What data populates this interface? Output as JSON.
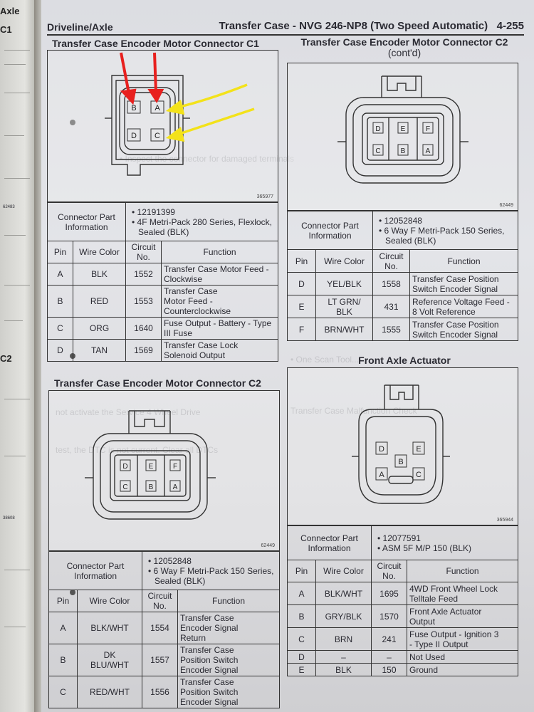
{
  "header": {
    "section": "Driveline/Axle",
    "title": "Transfer Case - NVG 246-NP8 (Two Speed Automatic)",
    "page_number": "4-255"
  },
  "prev_page": {
    "tab_axle": "Axle",
    "tab_c1": "C1",
    "tab_c2": "C2",
    "num1": "62483",
    "num2": "38608"
  },
  "c1": {
    "title": "Transfer Case Encoder Motor Connector C1",
    "fig_no": "365977",
    "pins": [
      "B",
      "A",
      "D",
      "C"
    ],
    "part_label": "Connector Part Information",
    "part_items": [
      "12191399",
      "4F Metri-Pack 280 Series, Flexlock, Sealed (BLK)"
    ],
    "columns": [
      "Pin",
      "Wire Color",
      "Circuit No.",
      "Function"
    ],
    "rows": [
      {
        "pin": "A",
        "color": "BLK",
        "circuit": "1552",
        "function": "Transfer Case Motor Feed - Clockwise"
      },
      {
        "pin": "B",
        "color": "RED",
        "circuit": "1553",
        "function": "Transfer Case Motor Feed - Counterclockwise"
      },
      {
        "pin": "C",
        "color": "ORG",
        "circuit": "1640",
        "function": "Fuse Output - Battery - Type III Fuse"
      },
      {
        "pin": "D",
        "color": "TAN",
        "circuit": "1569",
        "function": "Transfer Case Lock Solenoid Output"
      }
    ]
  },
  "c2": {
    "title": "Transfer Case Encoder Motor Connector C2",
    "fig_no": "62449",
    "pins_top": [
      "D",
      "E",
      "F"
    ],
    "pins_bottom": [
      "C",
      "B",
      "A"
    ],
    "part_label": "Connector Part Information",
    "part_items": [
      "12052848",
      "6 Way F Metri-Pack 150 Series, Sealed (BLK)"
    ],
    "columns": [
      "Pin",
      "Wire Color",
      "Circuit No.",
      "Function"
    ],
    "rows": [
      {
        "pin": "A",
        "color": "BLK/WHT",
        "circuit": "1554",
        "function": "Transfer Case Encoder Signal Return"
      },
      {
        "pin": "B",
        "color": "DK BLU/WHT",
        "circuit": "1557",
        "function": "Transfer Case Position Switch Encoder Signal"
      },
      {
        "pin": "C",
        "color": "RED/WHT",
        "circuit": "1556",
        "function": "Transfer Case Position Switch Encoder Signal"
      }
    ]
  },
  "c2cont": {
    "title": "Transfer Case Encoder Motor Connector C2",
    "subtitle": "(cont'd)",
    "fig_no": "62449",
    "pins_top": [
      "D",
      "E",
      "F"
    ],
    "pins_bottom": [
      "C",
      "B",
      "A"
    ],
    "part_label": "Connector Part Information",
    "part_items": [
      "12052848",
      "6 Way F Metri-Pack 150 Series, Sealed (BLK)"
    ],
    "columns": [
      "Pin",
      "Wire Color",
      "Circuit No.",
      "Function"
    ],
    "rows": [
      {
        "pin": "D",
        "color": "YEL/BLK",
        "circuit": "1558",
        "function": "Transfer Case Position Switch Encoder Signal"
      },
      {
        "pin": "E",
        "color": "LT GRN/ BLK",
        "circuit": "431",
        "function": "Reference Voltage Feed - 8 Volt Reference"
      },
      {
        "pin": "F",
        "color": "BRN/WHT",
        "circuit": "1555",
        "function": "Transfer Case Position Switch Encoder Signal"
      }
    ]
  },
  "faa": {
    "title": "Front Axle Actuator",
    "fig_no": "365944",
    "pins": [
      "D",
      "E",
      "B",
      "A",
      "C"
    ],
    "part_label": "Connector Part Information",
    "part_items": [
      "12077591",
      "ASM 5F M/P 150 (BLK)"
    ],
    "columns": [
      "Pin",
      "Wire Color",
      "Circuit No.",
      "Function"
    ],
    "rows": [
      {
        "pin": "A",
        "color": "BLK/WHT",
        "circuit": "1695",
        "function": "4WD Front Wheel Lock Telltale Feed"
      },
      {
        "pin": "B",
        "color": "GRY/BLK",
        "circuit": "1570",
        "function": "Front Axle Actuator Output"
      },
      {
        "pin": "C",
        "color": "BRN",
        "circuit": "241",
        "function": "Fuse Output - Ignition 3 - Type II Output"
      },
      {
        "pin": "D",
        "color": "–",
        "circuit": "–",
        "function": "Not Used"
      },
      {
        "pin": "E",
        "color": "BLK",
        "circuit": "150",
        "function": "Ground"
      }
    ]
  },
  "colors": {
    "arrow_red": "#e8201e",
    "arrow_yellow": "#f3e21a",
    "ink": "#2a2a32"
  }
}
